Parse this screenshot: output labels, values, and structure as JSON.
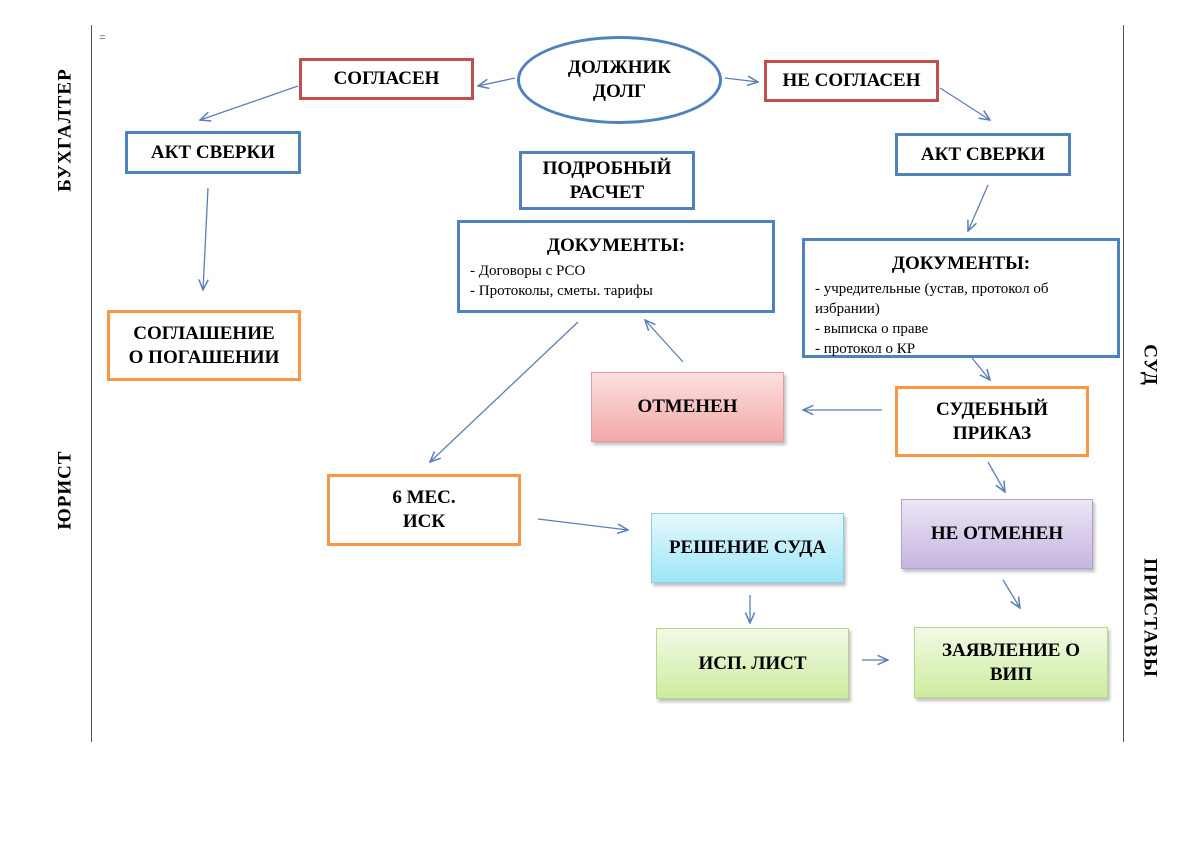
{
  "mark": "=",
  "side_labels": {
    "buhgalter": "БУХГАЛТЕР",
    "yurist": "ЮРИСТ",
    "sud": "СУД",
    "pristavy": "ПРИСТАВЫ"
  },
  "nodes": {
    "dolzhnik": "ДОЛЖНИК\nДОЛГ",
    "soglasen": "СОГЛАСЕН",
    "ne_soglasen": "НЕ СОГЛАСЕН",
    "akt_sverki_left": "АКТ СВЕРКИ",
    "akt_sverki_right": "АКТ СВЕРКИ",
    "podrobny_raschet": "ПОДРОБНЫЙ\nРАСЧЕТ",
    "soglashenie": "СОГЛАШЕНИЕ\nО ПОГАШЕНИИ",
    "otmenen": "ОТМЕНЕН",
    "sudebny_prikaz": "СУДЕБНЫЙ\nПРИКАЗ",
    "isk": "6  МЕС.\nИСК",
    "reshenie_suda": "РЕШЕНИЕ СУДА",
    "ne_otmenen": "НЕ ОТМЕНЕН",
    "isp_list": "ИСП. ЛИСТ",
    "zayavlenie": "ЗАЯВЛЕНИЕ О\nВИП"
  },
  "documents_center": {
    "title": "ДОКУМЕНТЫ:",
    "items": [
      "- Договоры с РСО",
      "- Протоколы, сметы. тарифы"
    ]
  },
  "documents_right": {
    "title": "ДОКУМЕНТЫ:",
    "items": [
      "- учредительные (устав, протокол об избрании)",
      "- выписка о праве",
      "- протокол о КР"
    ]
  },
  "colors": {
    "blue_border": "#4f81bd",
    "red_border": "#c0504d",
    "orange_border": "#f79646",
    "arrow": "#5b7fb8"
  }
}
